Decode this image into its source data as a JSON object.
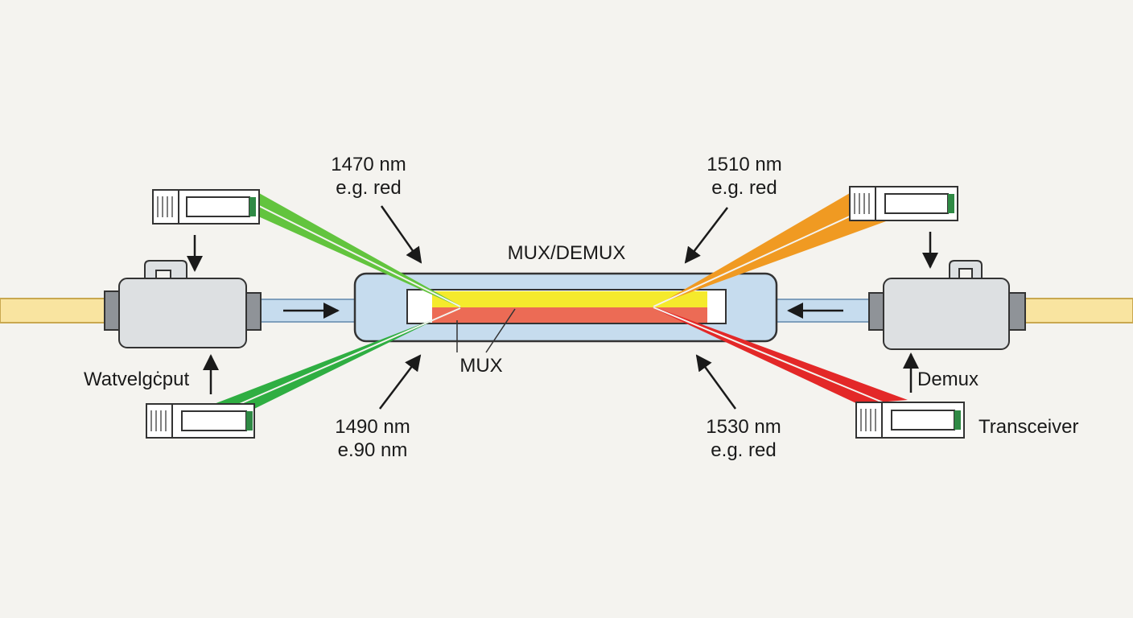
{
  "labels": {
    "mux_demux": "MUX/DEMUX",
    "mux": "MUX",
    "demux": "Demux",
    "transceiver": "Transceiver",
    "waveguide_input": "Watvelgċput",
    "top_left_wavelength": "1470 nm",
    "top_left_color": "e.g. red",
    "top_right_wavelength": "1510 nm",
    "top_right_color": "e.g. red",
    "bottom_left_wavelength": "1490 nm",
    "bottom_left_color": "e.90 nm",
    "bottom_right_wavelength": "1530 nm",
    "bottom_right_color": "e.g. red"
  },
  "colors": {
    "background": "#f4f3ef",
    "trunk_fiber": "#f9e4a0",
    "link_fiber": "#c6dcee",
    "housing": "#dde0e2",
    "beam_1470": "#62c43e",
    "beam_1490": "#2fae42",
    "beam_1510": "#f09a22",
    "beam_1530": "#e32828",
    "band_yellow": "#f5ea2c",
    "band_red": "#ec6b55",
    "module_accent": "#2f8a45"
  },
  "icons": [
    "transceiver-module-icon",
    "connector-body-icon",
    "arrow-icon"
  ]
}
